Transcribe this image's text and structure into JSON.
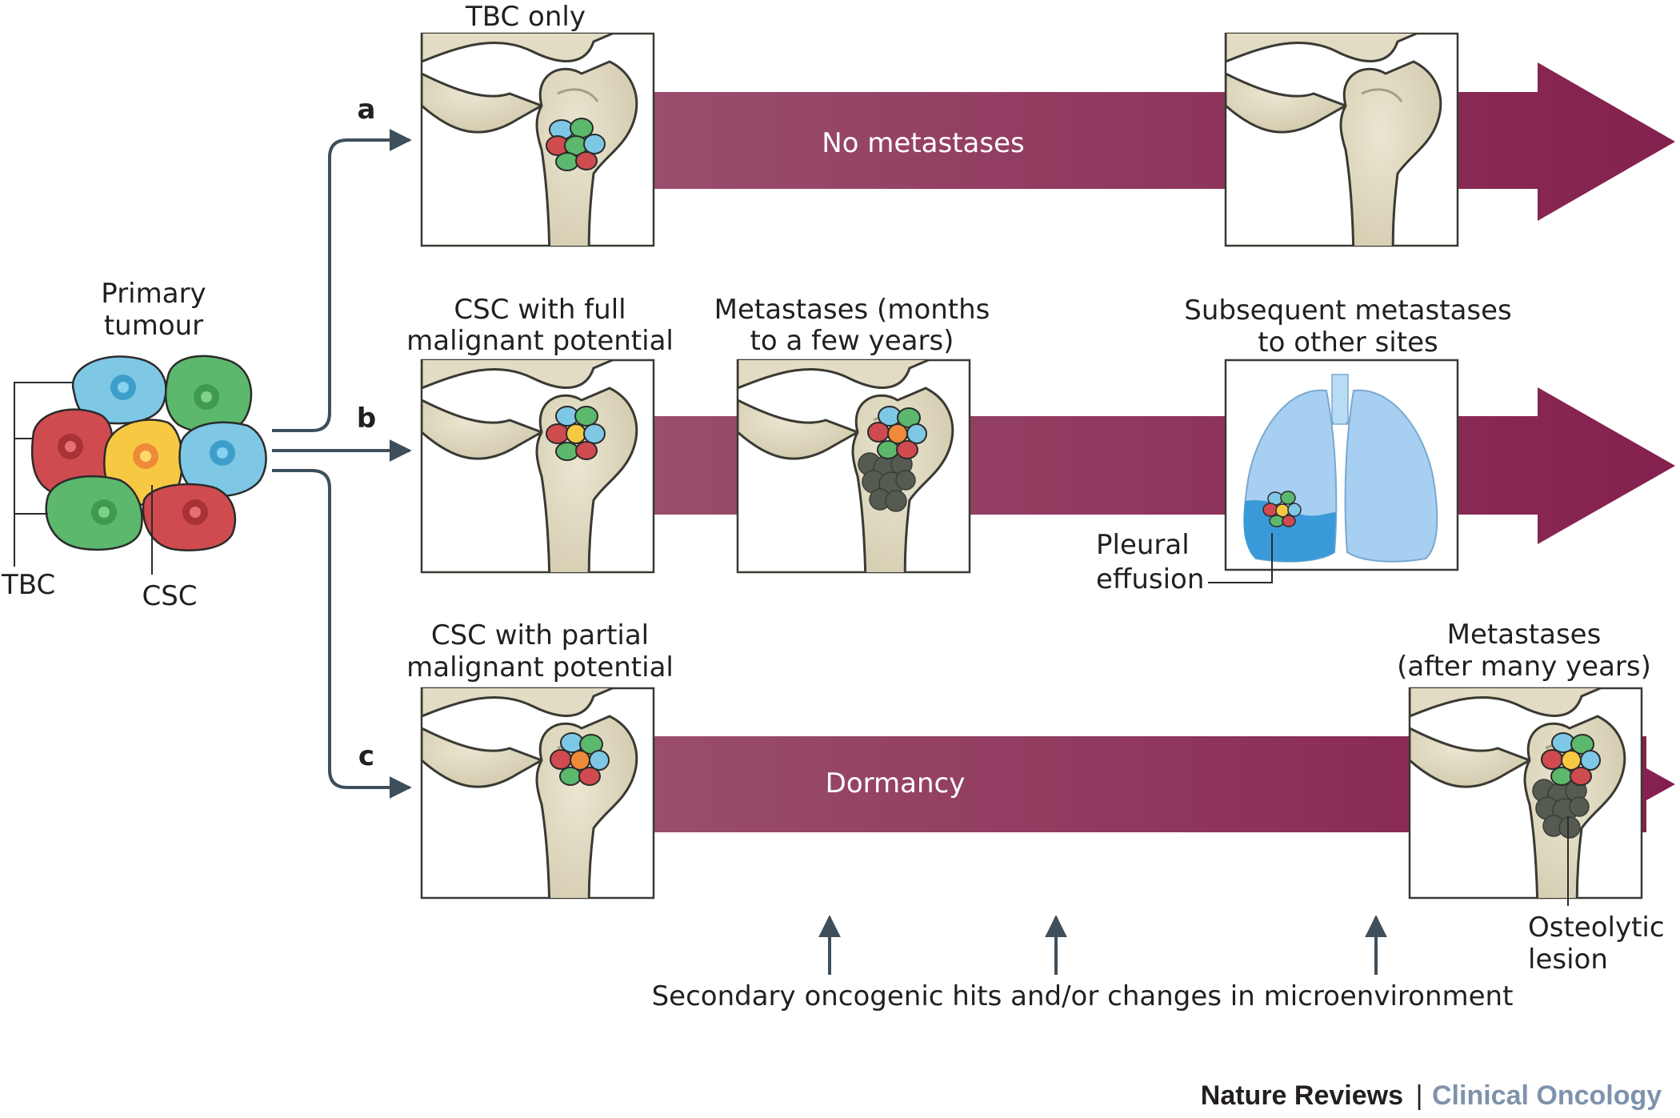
{
  "primary_tumour": {
    "line1": "Primary",
    "line2": "tumour",
    "tbc_label": "TBC",
    "csc_label": "CSC"
  },
  "paths": [
    {
      "letter": "a",
      "first_title": [
        "TBC only"
      ],
      "arrow_label": "No metastases"
    },
    {
      "letter": "b",
      "first_title": [
        "CSC with full",
        "malignant potential"
      ],
      "middle_title": [
        "Metastases (months",
        "to a few years)"
      ],
      "end_title": [
        "Subsequent metastases",
        "to other sites"
      ],
      "pleural_label": [
        "Pleural",
        "effusion"
      ]
    },
    {
      "letter": "c",
      "first_title": [
        "CSC with partial",
        "malignant potential"
      ],
      "arrow_label": "Dormancy",
      "end_title": [
        "Metastases",
        "(after many years)"
      ],
      "lesion_label": [
        "Osteolytic",
        "lesion"
      ]
    }
  ],
  "bottom_caption": "Secondary oncogenic hits and/or changes in microenvironment",
  "brand": {
    "journal": "Nature Reviews",
    "separator": "|",
    "section": "Clinical Oncology"
  },
  "colors": {
    "arrow_start": "#9a4d6c",
    "arrow_end": "#84204d",
    "connector": "#3e4f5b",
    "cell_blue": "#7ec8e6",
    "cell_green": "#5cb86c",
    "cell_red": "#cf4b4f",
    "cell_yellow": "#f7c942",
    "cell_orange": "#ef8a3a",
    "bone": "#dcd5bb",
    "lung": "#a6cff1",
    "effusion": "#3a9ad9",
    "lesion": "#565b52"
  }
}
